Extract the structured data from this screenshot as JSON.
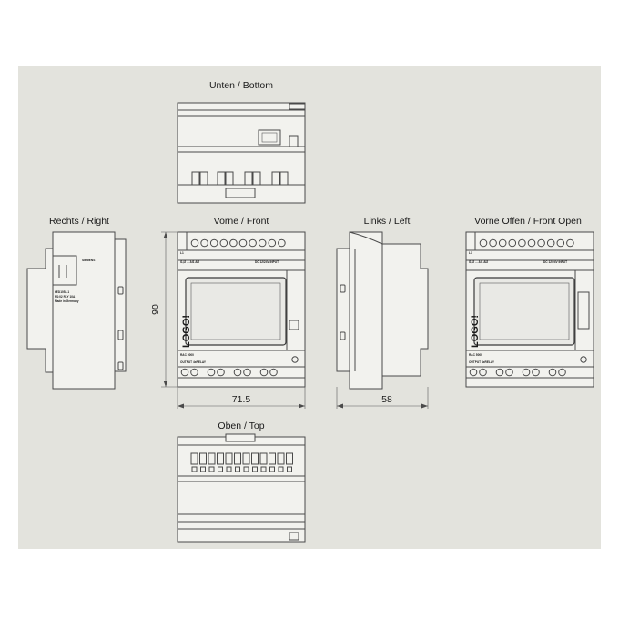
{
  "colors": {
    "background": "#e3e3dd",
    "line": "#4a4a4a",
    "page": "#ffffff"
  },
  "views": {
    "bottom": {
      "label": "Unten / Bottom"
    },
    "right": {
      "label": "Rechts / Right"
    },
    "front": {
      "label": "Vorne / Front",
      "logo": "LOGO!"
    },
    "left": {
      "label": "Links / Left"
    },
    "front_open": {
      "label": "Vorne Offen / Front Open",
      "logo": "LOGO!"
    },
    "top": {
      "label": "Oben / Top"
    }
  },
  "dimensions": {
    "height": "90",
    "front_width": "71.5",
    "side_width": "58"
  }
}
